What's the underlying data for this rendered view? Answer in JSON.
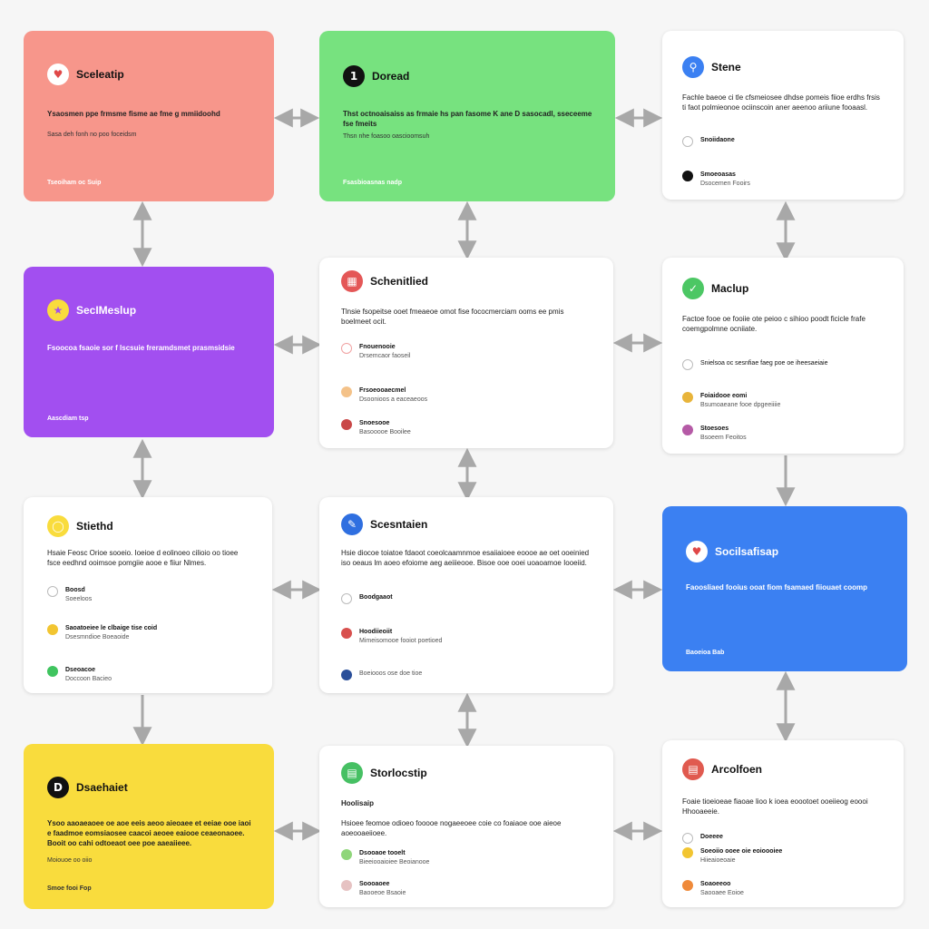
{
  "cards": {
    "c1": {
      "title": "Sceleatip",
      "body": "Ysaosmen ppe frmsme fisme ae fme g mmiidoohd",
      "sub": "Sasa deh fonh no poo foceidsm",
      "foot": "Tseoiham oc Suip"
    },
    "c2": {
      "title": "Doread",
      "body": "Thst octnoaisaiss as frmaie hs pan fasome K ane D sasocadl, sseceeme fse fmeits",
      "sub": "Thsn nhe foasoo oascioomsuh",
      "foot": "Fsasbioasnas nadp"
    },
    "c3": {
      "title": "Stene",
      "body": "Fachle baeoe ci tle cfsmeiosee dhdse pomeis fiioe erdhs frsis ti faot polmieonoe ociinscoin aner aeenoo ariiune fooaasl.",
      "items": [
        {
          "title": "Snoiidaone",
          "sub": ""
        },
        {
          "title": "Smoeoasas",
          "sub": "Dsocemen Fooirs"
        }
      ]
    },
    "c4": {
      "title": "SecIMeslup",
      "body": "Fsoocoa fsaoie sor f lscsuie freramdsmet prasmsidsie",
      "foot": "Aascdiam tsp"
    },
    "c5": {
      "title": "Schenitlied",
      "body": "Tlnsie fsopeitse ooet fmeaeoe omot fise fococmerciam ooms ee pmis boelmeet ocit.",
      "items": [
        {
          "title": "Fnouenooie",
          "sub": "Drsemcaor faoseil"
        },
        {
          "title": "Frsoeooaecmel",
          "sub": "Dsoonioos a eaceaeoos"
        },
        {
          "title": "Snoesooe",
          "sub": "Basooooe Booilee"
        }
      ]
    },
    "c6": {
      "title": "Maclup",
      "body": "Factoe fooe oe fooiie ote peioo c sihioo poodt ficicle frafe coemgpolmne ocniiate.",
      "items": [
        {
          "title": "Snielsoa oc sesnfiae faeg poe oe iheesaeiaie",
          "sub": ""
        },
        {
          "title": "Foiaidooe eomi",
          "sub": "Bsumoaeane fooe dpgeeiiiie"
        },
        {
          "title": "Stoesoes",
          "sub": "Bsoeem Feoitos"
        }
      ]
    },
    "c7": {
      "title": "Stiethd",
      "body": "Hsaie Feosc Orioe sooeio. Ioeioe d eolinoeo cilioio oo tioee fsce eedhnd ooimsoe pomgiie aooe e fiiur Nlmes.",
      "items": [
        {
          "title": "Boosd",
          "sub": "Soeeloos"
        },
        {
          "title": "Saoatoeiee le clbaige tise coid",
          "sub": "Dsesmndioe Boeaoide"
        },
        {
          "title": "Dseoacoe",
          "sub": "Doccoon Bacieo"
        }
      ]
    },
    "c8": {
      "title": "Scesntaien",
      "body": "Hsie diocoe toiatoe fdaoot coeolcaamnmoe esaiiaioee eoooe ae oet ooeinied iso oeaus lm aoeo efoiome aeg aeiiieooe. Bisoe ooe ooei uoaoamoe Iooeiid.",
      "items": [
        {
          "title": "Boodgaaot",
          "sub": ""
        },
        {
          "title": "Hoodiieoiit",
          "sub": "Mimeisomooe fooiot poetioed"
        },
        {
          "title": "Boeiooos ose doe tioe",
          "sub": ""
        }
      ]
    },
    "c9": {
      "title": "Socilsafisap",
      "body": "Faoosliaed fooius ooat fiom fsamaed fiiouaet coomp",
      "foot": "Baoeioa Bab"
    },
    "c10": {
      "title": "Dsaehaiet",
      "body": "Ysoo aaoaeaoee oe aoe eeis aeoo aieoaee et eeiae ooe iaoi e faadmoe eomsiaosee caacoi aeoee eaiooe ceaeonaoee. Booit oo cahi odtoeaot oee poe aaeaiieee.",
      "sub": "Moiouoe oo oiio",
      "foot": "Smoe fooi Fop"
    },
    "c11": {
      "title": "Storlocstip",
      "subtitle": "Hoolisaip",
      "body": "Hsioee feomoe odioeo fooooe nogaeeoee coie co foaiaoe ooe aieoe aoeooaeiioee.",
      "items": [
        {
          "title": "Dsooaoe tooelt",
          "sub": "Bieeiooaioiee Beoianooe"
        },
        {
          "title": "Soooaoee",
          "sub": "Baooeoe Bsaoie"
        }
      ]
    },
    "c12": {
      "title": "Arcolfoen",
      "body": "Foaie tioeioeae fiaoae lioo k ioea eoootoet ooeiieog eoooi Hhooaeeie.",
      "items": [
        {
          "title": "Doeeee",
          "sub": ""
        },
        {
          "title": "Soeoiio ooee oie eoioooiee",
          "sub": "Hiieaioeoaie"
        },
        {
          "title": "Soaoeeoo",
          "sub": "Saooaee Eoioe"
        }
      ]
    }
  },
  "colors": {
    "salmon": "#f7968b",
    "green": "#77e27f",
    "purple": "#a24ff0",
    "blue": "#3b80f2",
    "yellow": "#f9dc3d",
    "arrow": "#a8a8a8"
  }
}
